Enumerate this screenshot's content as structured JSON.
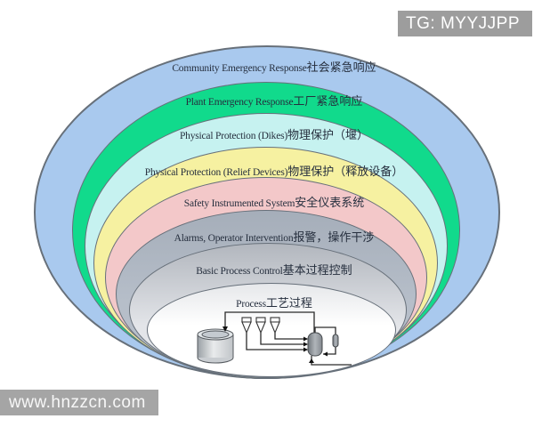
{
  "badge": {
    "label": "TG: MYYJJPP",
    "bg": "#9d9d9d"
  },
  "watermark": {
    "label": "www.hnzzcn.com",
    "bg": "#a5a5a5"
  },
  "layers": [
    {
      "en": "Community Emergency Response",
      "zh": "社会紧急响应",
      "color": "#a9c9ee"
    },
    {
      "en": "Plant Emergency Response",
      "zh": "工厂紧急响应",
      "color": "#11da8c"
    },
    {
      "en": "Physical Protection (Dikes)",
      "zh": "物理保护（堰）",
      "color": "#c6f2f0"
    },
    {
      "en": "Physical Protection (Relief Devices)",
      "zh": "物理保护（释放设备）",
      "color": "#f6f1a1"
    },
    {
      "en": "Safety Instrumented System",
      "zh": "安全仪表系统",
      "color": "#f3c8c9"
    },
    {
      "en": "Alarms, Operator Intervention",
      "zh": "报警，操作干涉",
      "color": "#b6bec9"
    },
    {
      "en": "Basic Process Control",
      "zh": "基本过程控制",
      "color": "#e3e5e9"
    },
    {
      "en": "Process",
      "zh": "工艺过程",
      "color": "#ffffff"
    }
  ]
}
